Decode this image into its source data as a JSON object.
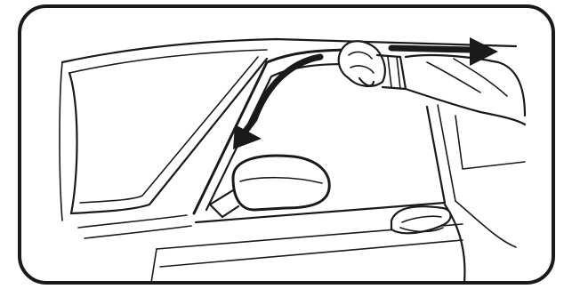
{
  "illustration": {
    "subject": "car-front-side-window-with-hand-wiping-weatherstrip",
    "arrows": [
      {
        "name": "arrow-along-window-top",
        "direction": "right"
      },
      {
        "name": "arrow-down-a-pillar",
        "direction": "down-left"
      }
    ],
    "colors": {
      "ink": "#1a1a1a",
      "paper": "#ffffff",
      "border": "#1a1a1a"
    }
  }
}
